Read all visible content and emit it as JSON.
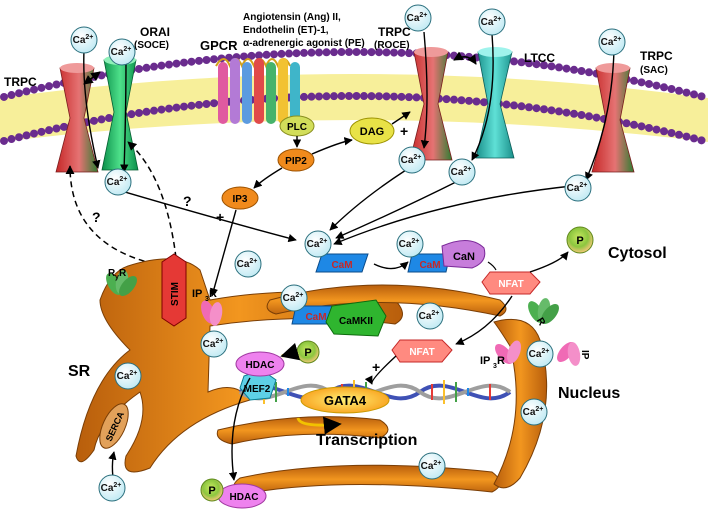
{
  "membrane_labels": {
    "trpc_left": "TRPC",
    "orai": "ORAI",
    "orai_sub": "(SOCE)",
    "gpcr": "GPCR",
    "agonists_line1": "Angiotensin (Ang) II,",
    "agonists_line2": "Endothelin (ET)-1,",
    "agonists_line3": "α-adrenergic agonist (PE)",
    "trpc_roce": "TRPC",
    "trpc_roce_sub": "(ROCE)",
    "ltcc": "LTCC",
    "trpc_sac": "TRPC",
    "trpc_sac_sub": "(SAC)"
  },
  "signaling": {
    "plc": "PLC",
    "pip2": "PIP2",
    "dag": "DAG",
    "ip3": "IP3",
    "plus": "+",
    "question": "?"
  },
  "ion": {
    "ca": "Ca",
    "ca_sup": "2+"
  },
  "proteins": {
    "cam": "CaM",
    "can": "CaN",
    "camkii": "CaMKII",
    "nfat": "NFAT",
    "p": "P",
    "hdac": "HDAC",
    "mef2": "MEF2",
    "gata4": "GATA4",
    "stim": "STIM",
    "serca": "SERCA",
    "ryr_main": "R",
    "ryr_sub": "y",
    "ryr_end": "R",
    "ip3r_main": "IP",
    "ip3r_sub": "3",
    "ip3r_end": "R"
  },
  "compartments": {
    "cytosol": "Cytosol",
    "sr": "SR",
    "nucleus": "Nucleus",
    "transcription": "Transcription"
  },
  "colors": {
    "membrane_head": "#6a2c8e",
    "membrane_tail": "#f3e86a",
    "sr": "#e8871e",
    "ca_ion": "#d9f3f8",
    "cam": "#1e88e5",
    "can": "#c77ddb",
    "camkii": "#2fb52f",
    "nfat": "#ff8a80",
    "p": "#9acd32",
    "hdac": "#ee82ee",
    "gata4": "#f7d234",
    "stim": "#e53935",
    "ip3r": "#f06ab5",
    "ryr": "#4caf50"
  }
}
